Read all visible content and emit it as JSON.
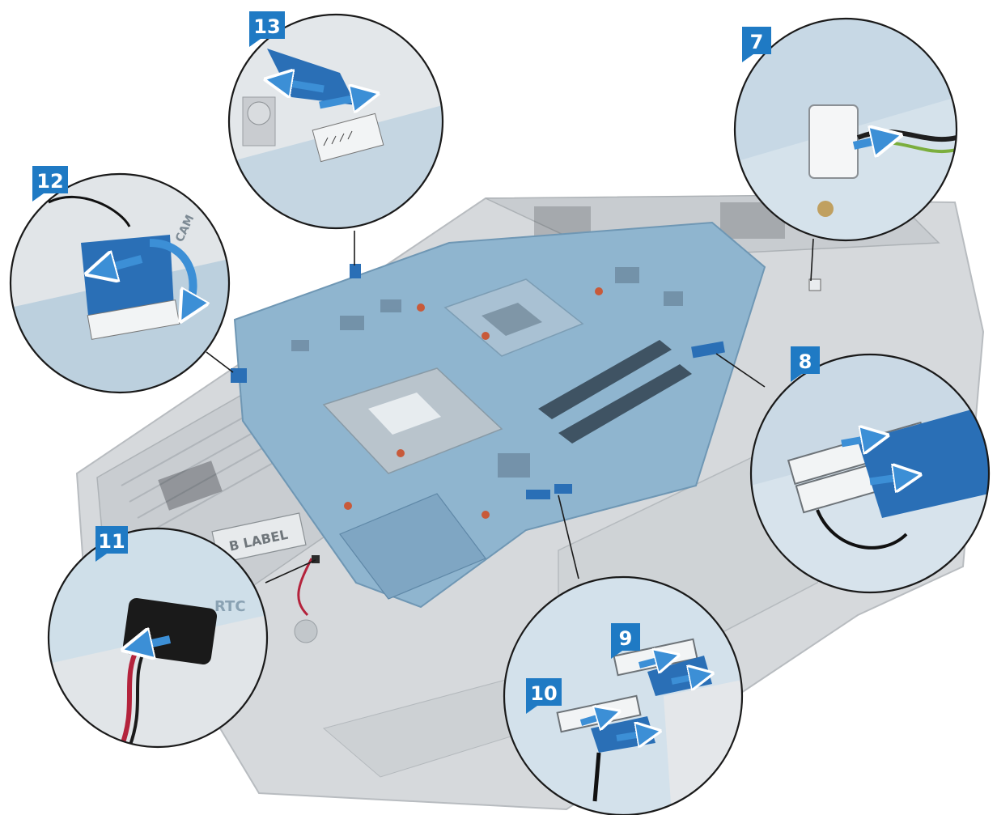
{
  "callouts": {
    "c7": {
      "number": "7"
    },
    "c8": {
      "number": "8"
    },
    "c9": {
      "number": "9"
    },
    "c10": {
      "number": "10"
    },
    "c11": {
      "number": "11"
    },
    "c12": {
      "number": "12"
    },
    "c13": {
      "number": "13"
    }
  },
  "board_text": {
    "rtc": "RTC",
    "label": "B LABEL",
    "cam": "CAM"
  },
  "colors": {
    "board": "#8fb5cf",
    "chassis": "#d6d9dc",
    "cable": "#2a6fb6",
    "arrow": "#3c8fd6",
    "label_bg": "#1f7ac4",
    "connector": "#e9ecef"
  }
}
